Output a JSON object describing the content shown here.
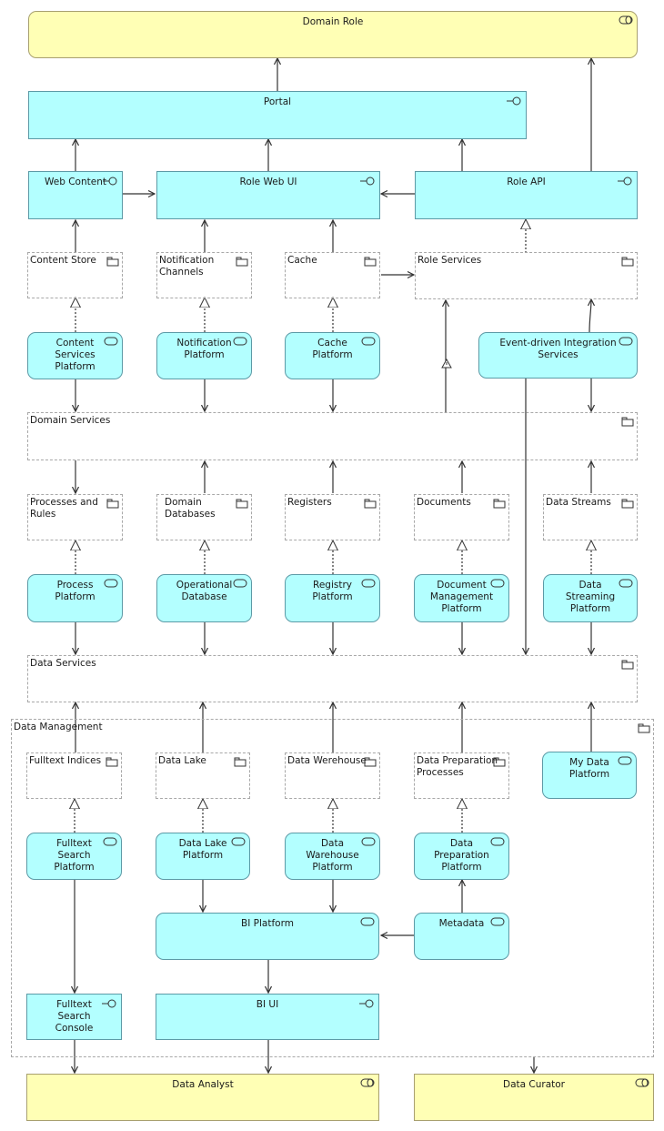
{
  "diagram": {
    "roles": {
      "domain_role": "Domain Role",
      "data_analyst": "Data Analyst",
      "data_curator": "Data Curator"
    },
    "interfaces": {
      "portal": "Portal",
      "web_content": "Web Content",
      "role_web_ui": "Role Web UI",
      "role_api": "Role API",
      "fulltext_search_console": "Fulltext\nSearch\nConsole",
      "bi_ui": "BI UI"
    },
    "groups": {
      "content_store": "Content Store",
      "notification_channels": "Notification\nChannels",
      "cache": "Cache",
      "role_services": "Role Services",
      "domain_services": "Domain Services",
      "processes_and_rules": "Processes and Rules",
      "domain_databases": "Domain Databases",
      "registers": "Registers",
      "documents": "Documents",
      "data_streams": "Data Streams",
      "data_services": "Data Services",
      "data_management": "Data Management",
      "fulltext_indices": "Fulltext Indices",
      "data_lake": "Data Lake",
      "data_werehouse": "Data Werehouse",
      "data_preparation_processes": "Data Preparation\nProcesses"
    },
    "services": {
      "content_services_platform": "Content\nServices\nPlatform",
      "notification_platform": "Notification\nPlatform",
      "cache_platform": "Cache\nPlatform",
      "event_driven_integration_services": "Event-driven Integration\nServices",
      "process_platform": "Process\nPlatform",
      "operational_database": "Operational\nDatabase",
      "registry_platform": "Registry\nPlatform",
      "document_management_platform": "Document\nManagement\nPlatform",
      "data_streaming_platform": "Data\nStreaming\nPlatform",
      "my_data_platform": "My Data\nPlatform",
      "fulltext_search_platform": "Fulltext\nSearch\nPlatform",
      "data_lake_platform": "Data Lake\nPlatform",
      "data_warehouse_platform": "Data\nWarehouse\nPlatform",
      "data_preparation_platform": "Data\nPreparation\nPlatform",
      "bi_platform": "BI Platform",
      "metadata": "Metadata"
    },
    "icons": {
      "role": "role-icon",
      "interface": "interface-icon",
      "service": "service-icon",
      "group": "folder-icon"
    },
    "colors": {
      "application": "#b3ffff",
      "business": "#ffffb5",
      "group_border": "#a8a8a8",
      "line": "#333333"
    }
  }
}
